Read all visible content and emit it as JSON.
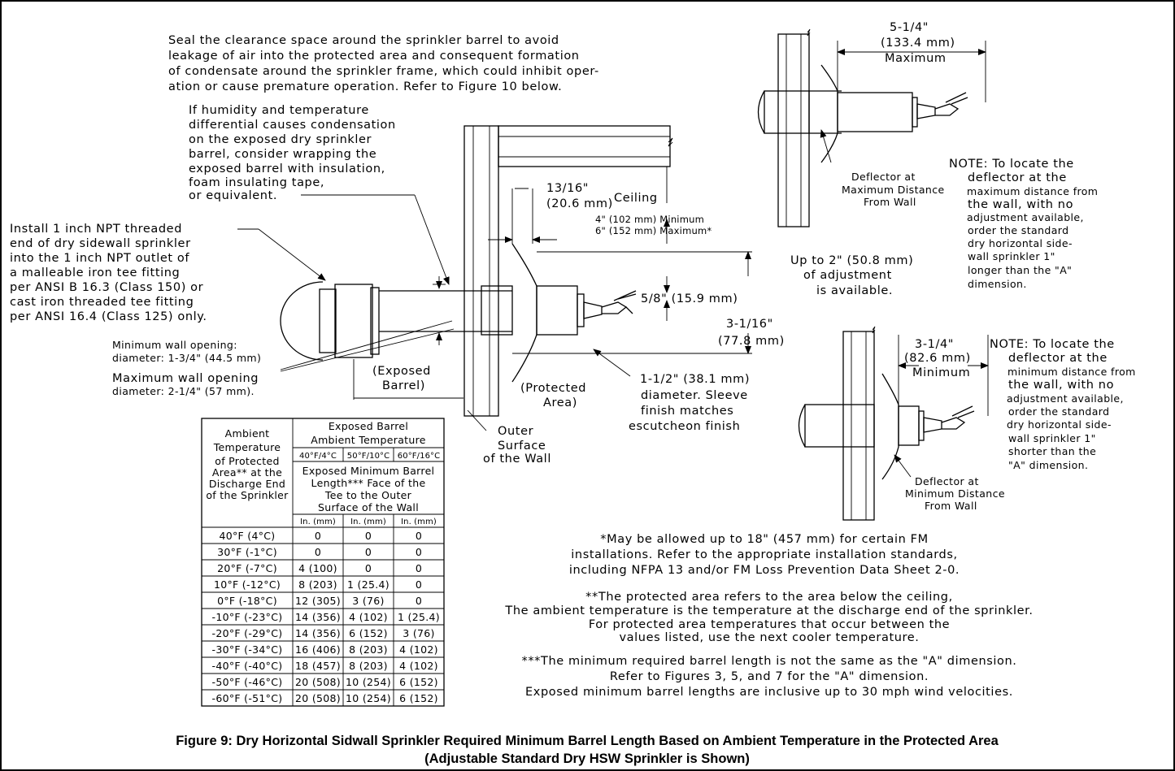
{
  "notes": {
    "seal": [
      "Seal the clearance space around the sprinkler barrel to avoid",
      "leakage of air into the protected area and consequent formation",
      "of condensate around the sprinkler frame, which could inhibit oper-",
      "ation or cause premature operation. Refer to Figure 10 below."
    ],
    "humidity": [
      "If humidity and temperature",
      "differential causes condensation",
      "on the exposed dry sprinkler",
      "barrel, consider wrapping the",
      "exposed barrel with insulation,",
      "foam insulating tape,",
      "or equivalent."
    ],
    "install": [
      "Install 1 inch NPT threaded",
      "end of dry sidewall sprinkler",
      "into the 1 inch NPT outlet of",
      "a malleable iron tee fitting",
      "per ANSI B 16.3 (Class 150) or",
      "cast iron threaded tee fitting",
      "per ANSI 16.4 (Class 125) only."
    ],
    "min_opening": [
      "Minimum wall opening:",
      "diameter: 1-3/4\" (44.5 mm)"
    ],
    "max_opening": [
      "Maximum wall opening",
      "diameter: 2-1/4\" (57 mm)."
    ],
    "exposed_barrel": [
      "(Exposed",
      "Barrel)"
    ],
    "protected_area": [
      "(Protected",
      "Area)"
    ],
    "outer_surface": [
      "Outer",
      "Surface",
      "of the Wall"
    ],
    "sleeve": [
      "1-1/2\" (38.1 mm)",
      "diameter. Sleeve",
      "finish matches",
      "escutcheon finish"
    ],
    "ceiling": "Ceiling",
    "dim_13_16": [
      "13/16\"",
      "(20.6 mm)"
    ],
    "dim_min_max": [
      "4\" (102 mm) Minimum",
      "6\" (152 mm) Maximum*"
    ],
    "dim_5_8": "5/8\" (15.9 mm)",
    "dim_3_1_16": [
      "3-1/16\"",
      "(77.8 mm)"
    ],
    "up_to_2": [
      "Up to 2\" (50.8 mm)",
      "of adjustment",
      "is available."
    ],
    "max_dim": [
      "5-1/4\"",
      "(133.4 mm)",
      "Maximum"
    ],
    "deflector_max": [
      "Deflector at",
      "Maximum Distance",
      "From Wall"
    ],
    "note_max": [
      "NOTE: To locate the",
      "deflector at the",
      "maximum distance from",
      "the wall, with no",
      "adjustment available,",
      "order the standard",
      "dry horizontal side-",
      "wall sprinkler 1\"",
      "longer than the \"A\"",
      "dimension."
    ],
    "min_dim": [
      "3-1/4\"",
      "(82.6 mm)",
      "Minimum"
    ],
    "deflector_min": [
      "Deflector at",
      "Minimum Distance",
      "From Wall"
    ],
    "note_min": [
      "NOTE: To locate the",
      "deflector at the",
      "minimum distance from",
      "the wall, with no",
      "adjustment available,",
      "order the standard",
      "dry horizontal side-",
      "wall sprinkler 1\"",
      "shorter than the",
      "\"A\" dimension."
    ],
    "footnote1": [
      "*May be allowed up to 18\" (457 mm) for certain FM",
      "installations. Refer to the appropriate installation standards,",
      "including NFPA 13 and/or FM Loss Prevention Data Sheet 2-0."
    ],
    "footnote2": [
      "**The protected area refers to the area below the ceiling,",
      "The ambient temperature is the temperature at the discharge end of the sprinkler.",
      "For protected area temperatures that occur between the",
      "values listed, use the next cooler temperature."
    ],
    "footnote3": [
      "***The minimum required barrel length is not the same as the \"A\" dimension.",
      "Refer to Figures 3, 5, and 7 for the \"A\" dimension.",
      "Exposed minimum barrel lengths are inclusive up to 30 mph wind velocities."
    ]
  },
  "table": {
    "col1_header": [
      "Ambient",
      "Temperature",
      "of Protected",
      "Area** at the",
      "Discharge End",
      "of the Sprinkler"
    ],
    "group_header": [
      "Exposed Barrel",
      "Ambient Temperature"
    ],
    "temps": [
      "40°F/4°C",
      "50°F/10°C",
      "60°F/16°C"
    ],
    "sub_header": [
      "Exposed Minimum Barrel",
      "Length*** Face of the",
      "Tee to the Outer",
      "Surface of the Wall"
    ],
    "units": [
      "In. (mm)",
      "In. (mm)",
      "In. (mm)"
    ],
    "rows": [
      [
        "40°F (4°C)",
        "0",
        "0",
        "0"
      ],
      [
        "30°F (-1°C)",
        "0",
        "0",
        "0"
      ],
      [
        "20°F (-7°C)",
        "4 (100)",
        "0",
        "0"
      ],
      [
        "10°F (-12°C)",
        "8 (203)",
        "1 (25.4)",
        "0"
      ],
      [
        "0°F (-18°C)",
        "12 (305)",
        "3 (76)",
        "0"
      ],
      [
        "-10°F (-23°C)",
        "14 (356)",
        "4 (102)",
        "1 (25.4)"
      ],
      [
        "-20°F (-29°C)",
        "14 (356)",
        "6 (152)",
        "3 (76)"
      ],
      [
        "-30°F (-34°C)",
        "16 (406)",
        "8 (203)",
        "4 (102)"
      ],
      [
        "-40°F (-40°C)",
        "18 (457)",
        "8 (203)",
        "4 (102)"
      ],
      [
        "-50°F (-46°C)",
        "20 (508)",
        "10 (254)",
        "6 (152)"
      ],
      [
        "-60°F (-51°C)",
        "20 (508)",
        "10 (254)",
        "6 (152)"
      ]
    ]
  },
  "caption": {
    "line1": "Figure 9:  Dry Horizontal Sidwall Sprinkler Required Minimum Barrel Length Based on Ambient Temperature in the Protected Area",
    "line2": "(Adjustable Standard Dry HSW Sprinkler is Shown)"
  }
}
